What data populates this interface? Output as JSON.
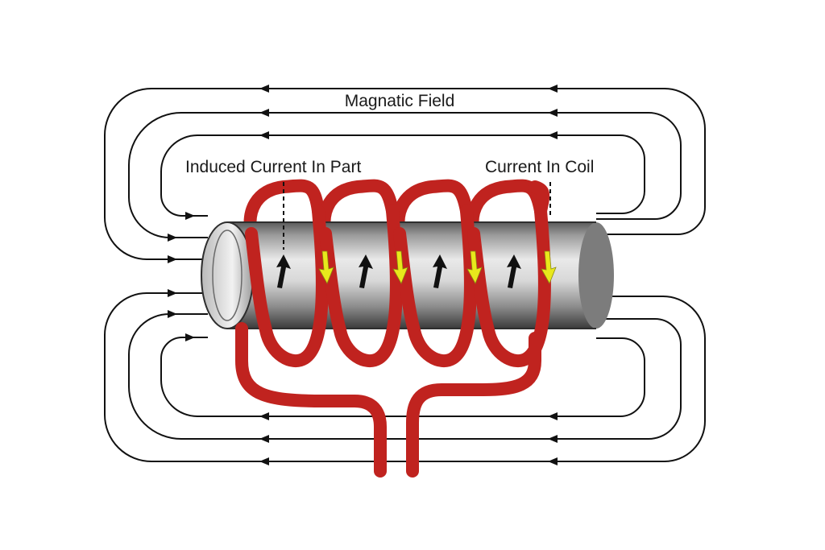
{
  "labels": {
    "field": "Magnatic Field",
    "induced": "Induced Current In Part",
    "coil": "Current In Coil"
  },
  "colors": {
    "background": "#ffffff",
    "field_lines": "#111111",
    "coil": "#c0231f",
    "coil_current_arrow": "#e8e81c",
    "induced_current_arrow": "#111111",
    "cylinder_light": "#e6e6e6",
    "cylinder_dark": "#3c3c3c"
  },
  "icons": {
    "field_arrow": "arrowhead-left",
    "coil_current": "arrow-down",
    "induced_current": "arrow-up"
  }
}
